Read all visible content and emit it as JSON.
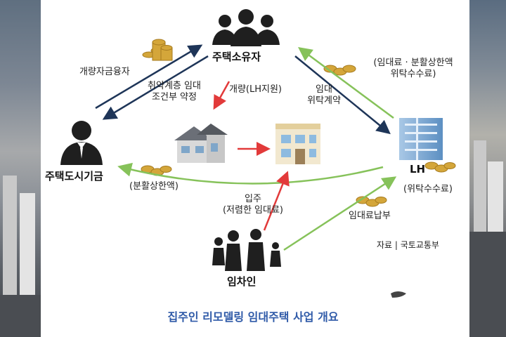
{
  "nodes": {
    "owner": "주택소유자",
    "agency": "주택도시기금",
    "lh": "LH",
    "tenant": "임차인"
  },
  "edges": {
    "improvement_loan": "개량자금융자",
    "vulnerable_line1": "취약계층 임대",
    "vulnerable_line2": "조건부 약정",
    "renovation": "개량(LH지원)",
    "lease_line1": "임대",
    "lease_line2": "위탁계약",
    "rent_line1": "(임대료 · 분활상한액",
    "rent_line2": "위탁수수료)",
    "installment": "(분활상한액)",
    "lh_fee": "(위탁수수료)",
    "move_in_line1": "입주",
    "move_in_line2": "(저렴한 임대료)",
    "rent_payment": "임대료납부"
  },
  "source": "자료 | 국토교통부",
  "caption": "집주인 리모델링 임대주택 사업 개요",
  "colors": {
    "navy": "#1e3558",
    "green": "#86c25a",
    "red": "#e23a3a",
    "title_blue": "#2f5aa8"
  }
}
